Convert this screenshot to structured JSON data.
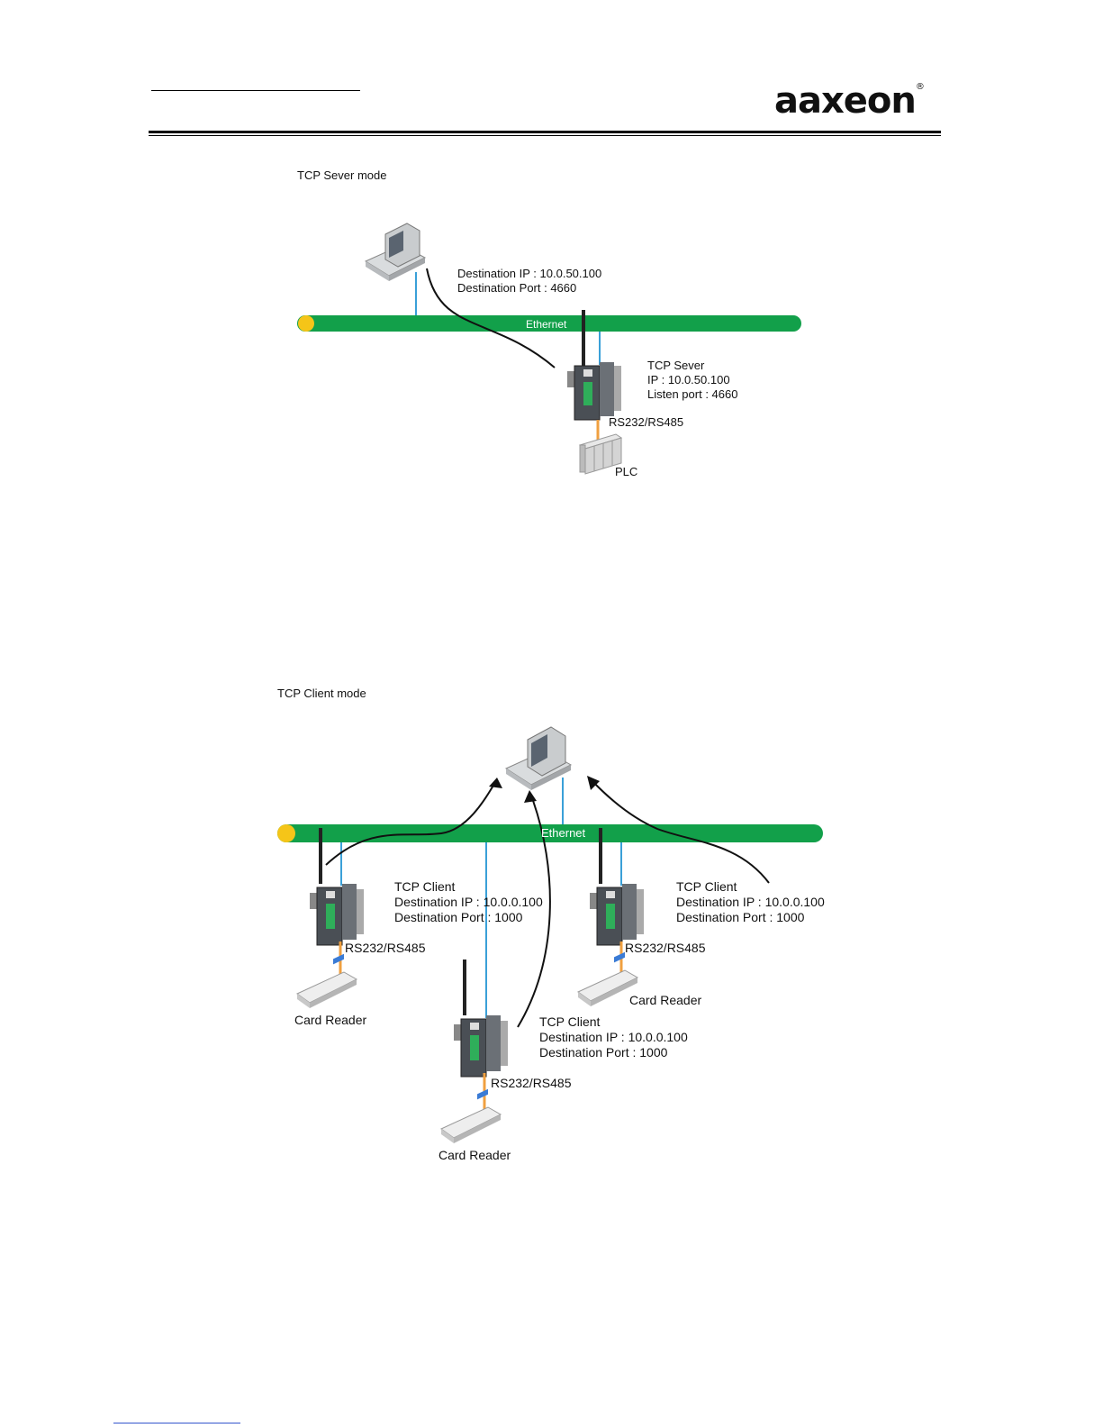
{
  "header": {
    "logo_text": "aaxeon",
    "logo_mark": "®"
  },
  "figure1": {
    "title": "TCP Sever mode",
    "network_label": "Ethernet",
    "dest_ip": "Destination IP : 10.0.50.100",
    "dest_port": "Destination Port : 4660",
    "server_role": "TCP Sever",
    "server_ip": "IP : 10.0.50.100",
    "server_port": "Listen port : 4660",
    "serial_label": "RS232/RS485",
    "plc_label": "PLC"
  },
  "figure2": {
    "title": "TCP Client mode",
    "network_label": "Ethernet",
    "clients": [
      {
        "role": "TCP Client",
        "dest_ip": "Destination IP : 10.0.0.100",
        "dest_port": "Destination Port : 1000",
        "serial": "RS232/RS485",
        "reader": "Card Reader"
      },
      {
        "role": "TCP Client",
        "dest_ip": "Destination IP : 10.0.0.100",
        "dest_port": "Destination Port : 1000",
        "serial": "RS232/RS485",
        "reader": "Card Reader"
      },
      {
        "role": "TCP Client",
        "dest_ip": "Destination IP : 10.0.0.100",
        "dest_port": "Destination Port : 1000",
        "serial": "RS232/RS485",
        "reader": "Card Reader"
      }
    ]
  },
  "colors": {
    "ethernet": "#12a04a",
    "ethernet_end": "#f5c518",
    "link_lan": "#3aa0d8",
    "link_serial": "#f0a040"
  }
}
